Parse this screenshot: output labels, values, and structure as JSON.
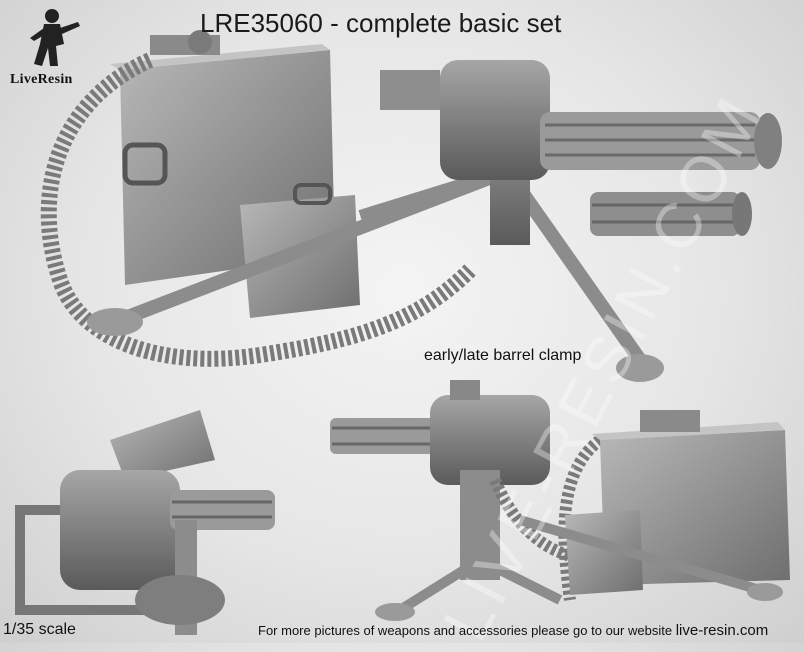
{
  "header": {
    "title": "LRE35060 - complete basic set"
  },
  "brand": {
    "logo_text": "LiveResin"
  },
  "labels": {
    "barrel_clamp": "early/late barrel clamp",
    "scale": "1/35 scale"
  },
  "footer": {
    "text": "For more pictures of weapons and accessories please go to our website",
    "website": "live-resin.com"
  },
  "watermark": "LIVE-RESIN.COM",
  "colors": {
    "model_gray": "#8f8f8f",
    "background": "#e6e6e6"
  }
}
